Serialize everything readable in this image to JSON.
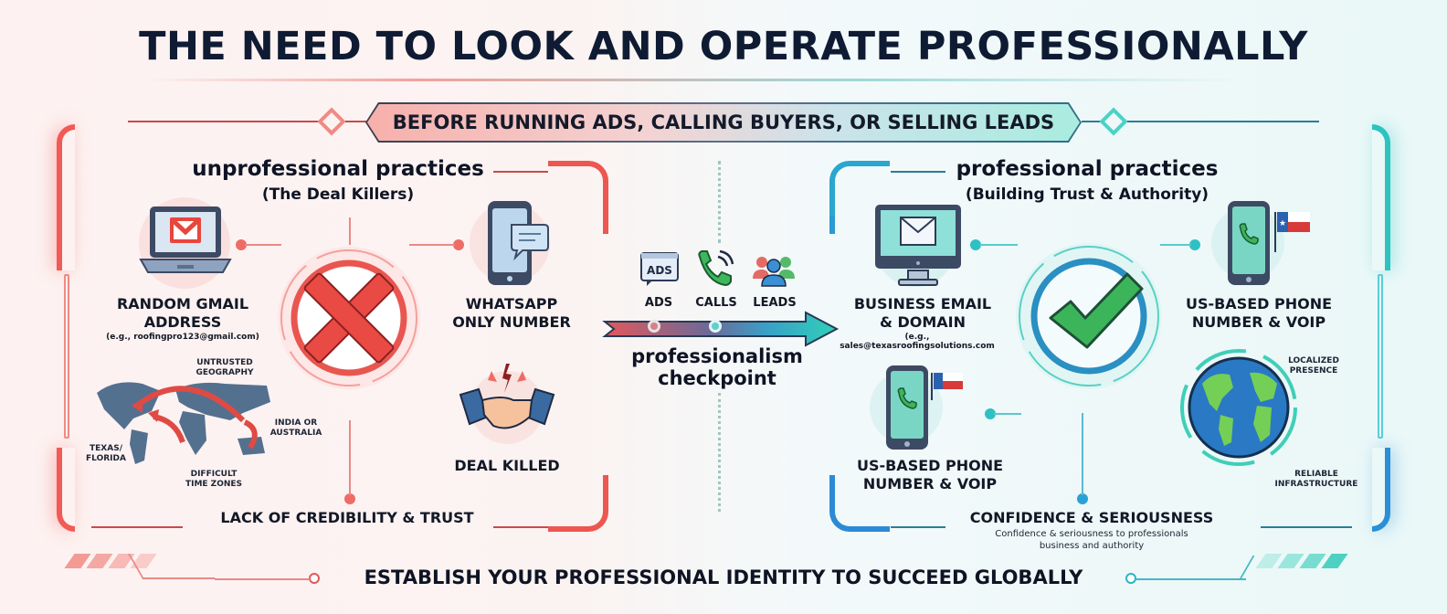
{
  "header": {
    "title": "THE NEED TO LOOK AND OPERATE PROFESSIONALLY",
    "banner": "BEFORE RUNNING ADS, CALLING BUYERS, OR SELLING LEADS"
  },
  "left_panel": {
    "title": "unprofessional practices",
    "subtitle": "(The Deal Killers)",
    "center_icon": "red-x-icon",
    "items": [
      {
        "icon": "laptop-gmail-icon",
        "label_line1": "RANDOM GMAIL",
        "label_line2": "ADDRESS",
        "example": "(e.g., roofingpro123@gmail.com)"
      },
      {
        "icon": "phone-chat-icon",
        "label_line1": "WHATSAPP",
        "label_line2": "ONLY NUMBER"
      },
      {
        "icon": "broken-handshake-icon",
        "label_line1": "DEAL KILLED"
      }
    ],
    "map": {
      "icon": "world-map-icon",
      "labels": {
        "untrusted": [
          "UNTRUSTED",
          "GEOGRAPHY"
        ],
        "origin": [
          "INDIA OR",
          "AUSTRALIA"
        ],
        "target": [
          "TEXAS/",
          "FLORIDA"
        ],
        "timezones": [
          "DIFFICULT",
          "TIME ZONES"
        ]
      }
    },
    "footer": "LACK OF CREDIBILITY & TRUST",
    "accent": "#f15a55"
  },
  "center": {
    "icons": [
      {
        "icon": "ads-icon",
        "label": "ADS",
        "glyph": "ADS"
      },
      {
        "icon": "phone-call-icon",
        "label": "CALLS"
      },
      {
        "icon": "people-group-icon",
        "label": "LEADS"
      }
    ],
    "checkpoint_line1": "professionalism",
    "checkpoint_line2": "checkpoint"
  },
  "right_panel": {
    "title": "professional practices",
    "subtitle": "(Building Trust & Authority)",
    "center_icon": "green-check-icon",
    "items": [
      {
        "icon": "monitor-email-icon",
        "label_line1": "BUSINESS EMAIL",
        "label_line2": "& DOMAIN",
        "example": "(e.g., sales@texasroofingsolutions.com"
      },
      {
        "icon": "phone-texas-flag-icon",
        "label_line1": "US-BASED PHONE",
        "label_line2": "NUMBER & VOIP"
      },
      {
        "icon": "phone-texas-flag-icon",
        "label_line1": "US-BASED PHONE",
        "label_line2": "NUMBER & VOIP"
      }
    ],
    "globe": {
      "icon": "globe-icon",
      "labels": {
        "top": [
          "LOCALIZED",
          "PRESENCE"
        ],
        "bottom": [
          "RELIABLE",
          "INFRASTRUCTURE"
        ]
      }
    },
    "footer": "CONFIDENCE & SERIOUSNESS",
    "footer_sub_line1": "Confidence & seriousness to professionals",
    "footer_sub_line2": "business and authority",
    "accent": "#2bc4c0"
  },
  "bottom_tagline": "ESTABLISH YOUR PROFESSIONAL IDENTITY TO SUCCEED GLOBALLY",
  "colors": {
    "title": "#0f1b33",
    "red": "#f15a55",
    "teal": "#2bc4c0",
    "blue": "#2a8fd6",
    "green": "#3cb55a"
  }
}
